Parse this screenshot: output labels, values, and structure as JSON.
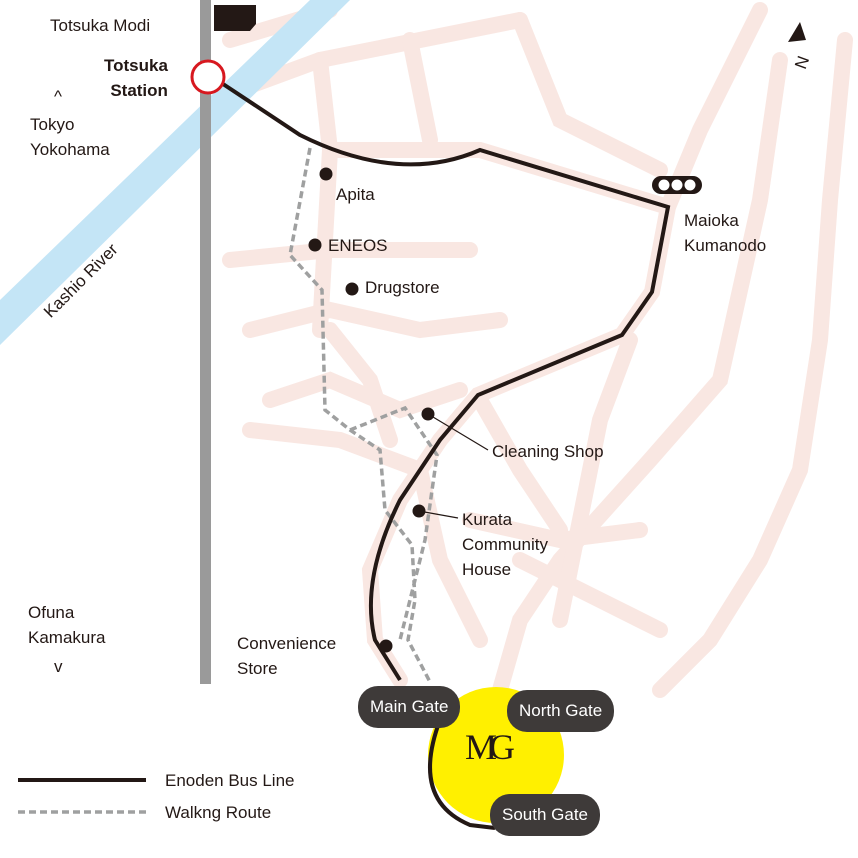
{
  "places": {
    "totsuka_modi": "Totsuka Modi",
    "totsuka_station": [
      "Totsuka",
      "Station"
    ],
    "north_arrow_up": "^",
    "tokyo_yokohama": [
      "Tokyo",
      "Yokohama"
    ],
    "ofuna_kamakura": [
      "Ofuna",
      "Kamakura"
    ],
    "south_arrow_down": "v",
    "kashio_river": "Kashio River",
    "apita": "Apita",
    "eneos": "ENEOS",
    "drugstore": "Drugstore",
    "maioka_kumanodo": [
      "Maioka",
      "Kumanodo"
    ],
    "cleaning_shop": "Cleaning Shop",
    "kurata_community_house": [
      "Kurata",
      "Community",
      "House"
    ],
    "convenience_store": [
      "Convenience",
      "Store"
    ],
    "compass": "N"
  },
  "gates": {
    "main": "Main Gate",
    "north": "North Gate",
    "south": "South Gate"
  },
  "logo": "MG",
  "legend": {
    "bus": "Enoden Bus Line",
    "walk": "Walkng Route"
  },
  "colors": {
    "road": "#f9e7e2",
    "river": "#c4e5f6",
    "rail": "#9a9a9a",
    "station": "#d7181f",
    "campus": "#fff000",
    "gate": "#3e3a39"
  }
}
